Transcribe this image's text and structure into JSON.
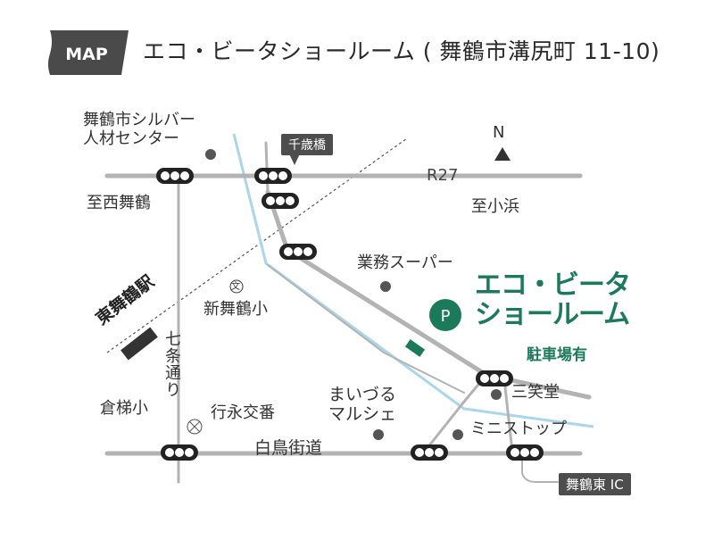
{
  "header": {
    "badge": "MAP",
    "title": "エコ・ビータショールーム ( 舞鶴市溝尻町 11-10)"
  },
  "map": {
    "compass": "N",
    "route_label": "R27",
    "labels": {
      "silver_center": "舞鶴市シルバー\n人材センター",
      "chitosebashi": "千歳橋",
      "to_nishimaizuru": "至西舞鶴",
      "to_obama": "至小浜",
      "gyomu_super": "業務スーパー",
      "shinmaizuru_school": "新舞鶴小",
      "school_symbol": "文",
      "higashi_station": "東舞鶴駅",
      "shichijo": "七条通り",
      "kurahashi_school": "倉梯小",
      "gyoei_koban": "行永交番",
      "maizuru_marche": "まいづる\nマルシェ",
      "shirotori": "白鳥街道",
      "sanshodo": "三笑堂",
      "ministop": "ミニストップ",
      "higashi_ic": "舞鶴東 IC"
    },
    "destination": {
      "name_line1": "エコ・ビータ",
      "name_line2": "ショールーム",
      "parking_symbol": "P",
      "parking_note": "駐車場有"
    },
    "colors": {
      "road": "#b3b3b3",
      "river": "#a9d6ea",
      "brand": "#1b7a5a",
      "poi": "#555555",
      "station": "#333333"
    }
  }
}
